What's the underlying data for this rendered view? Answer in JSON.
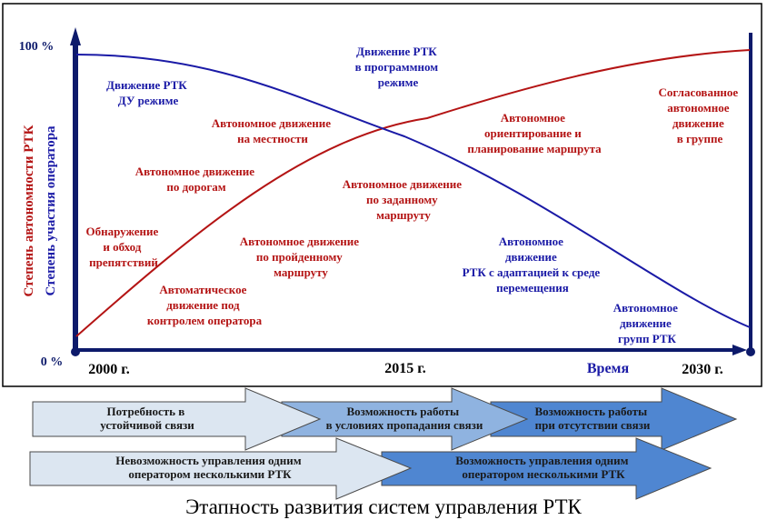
{
  "axes": {
    "y_left_label": "Степень автономности РТК",
    "y_right_label": "Степень участия оператора",
    "y_top": "100 %",
    "y_bottom": "0 %",
    "x_ticks": [
      "2000 г.",
      "2015 г.",
      "2030 г."
    ],
    "x_label": "Время"
  },
  "blue_labels": {
    "remote": [
      "Движение РТК",
      "ДУ режиме"
    ],
    "program": [
      "Движение РТК",
      "в программном",
      "режиме"
    ],
    "adaptive": [
      "Автономное",
      "движение",
      "РТК с адаптацией к среде",
      "перемещения"
    ],
    "group": [
      "Автономное",
      "движение",
      "групп РТК"
    ]
  },
  "red_labels": {
    "terrain": [
      "Автономное движение",
      "на местности"
    ],
    "roads": [
      "Автономное движение",
      "по дорогам"
    ],
    "obstacle": [
      "Обнаружение",
      "и обход",
      "препятствий"
    ],
    "operator_control": [
      "Автоматическое",
      "движение под",
      "контролем оператора"
    ],
    "passed_route": [
      "Автономное движение",
      "по пройденному",
      "маршруту"
    ],
    "given_route": [
      "Автономное движение",
      "по заданному",
      "маршруту"
    ],
    "orientation": [
      "Автономное",
      "ориентирование и",
      "планирование маршрута"
    ],
    "coordinated_group": [
      "Согласованное",
      "автономное",
      "движение",
      "в группе"
    ]
  },
  "arrows_row1": [
    [
      "Потребность в",
      "устойчивой связи"
    ],
    [
      "Возможность работы",
      "в условиях пропадания связи"
    ],
    [
      "Возможность работы",
      "при отсутствии связи"
    ]
  ],
  "arrows_row2": [
    [
      "Невозможность управления одним",
      "оператором несколькими РТК"
    ],
    [
      "Возможность управления одним",
      "оператором несколькими РТК"
    ]
  ],
  "caption": "Этапность развития систем управления РТК",
  "colors": {
    "blue": "#1a1aa6",
    "red": "#b41414",
    "axis": "#0d1a6b",
    "arrow_light": "#dce6f1",
    "arrow_mid": "#8fb3e0",
    "arrow_dark": "#4f86d1"
  }
}
